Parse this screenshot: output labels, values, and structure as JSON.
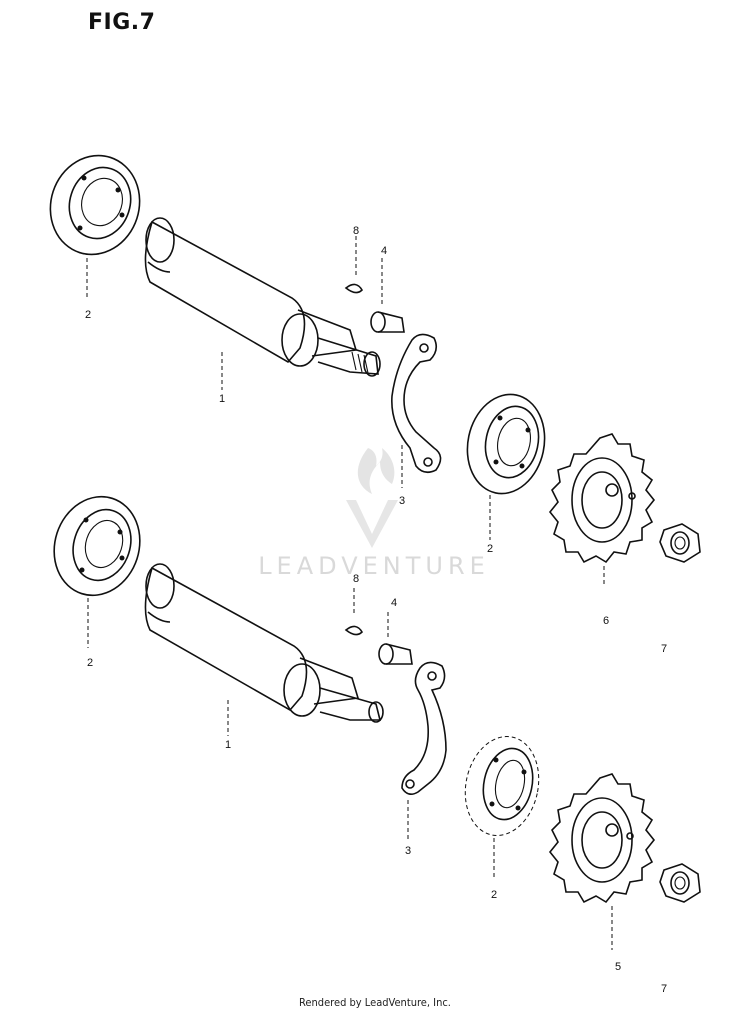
{
  "figure": {
    "title": "FIG.7"
  },
  "watermark": {
    "text": "LEADVENTURE"
  },
  "footer": {
    "text": "Rendered by LeadVenture, Inc."
  },
  "callouts": {
    "upper": {
      "bearing_left": "2",
      "shaft": "1",
      "key": "8",
      "bolt": "4",
      "plate": "3",
      "bearing_right": "2",
      "gear": "6",
      "nut": "7"
    },
    "lower": {
      "bearing_left": "2",
      "shaft": "1",
      "key": "8",
      "bolt": "4",
      "plate": "3",
      "bearing_right": "2",
      "gear": "5",
      "nut": "7"
    }
  }
}
